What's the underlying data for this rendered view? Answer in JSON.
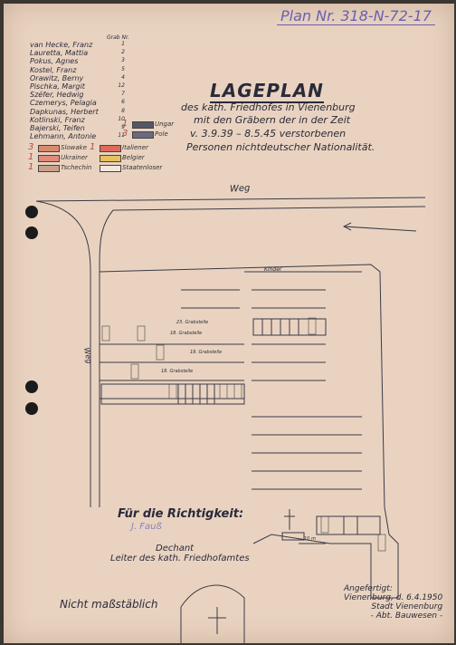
{
  "plan_number": "Plan Nr. 318-N-72-17",
  "grab_header": "Grab Nr.",
  "names": [
    {
      "name": "van Hecke, Franz",
      "nr": "1"
    },
    {
      "name": "Lauretta, Mattia",
      "nr": "2"
    },
    {
      "name": "Pokus, Agnes",
      "nr": "3"
    },
    {
      "name": "Kostel, Franz",
      "nr": "5"
    },
    {
      "name": "Orawitz, Berny",
      "nr": "4"
    },
    {
      "name": "Pischka, Margit",
      "nr": "12"
    },
    {
      "name": "Széfer, Hedwig",
      "nr": "7"
    },
    {
      "name": "Czemerys, Pelagia",
      "nr": "6"
    },
    {
      "name": "Dapkunas, Herbert",
      "nr": "8"
    },
    {
      "name": "Kotlinski, Franz",
      "nr": "10"
    },
    {
      "name": "Bajerski, Teifen",
      "nr": "9"
    },
    {
      "name": "Lehmann, Antonie",
      "nr": "11"
    }
  ],
  "title": "LAGEPLAN",
  "subtitle": [
    "des kath. Friedhofes in Vienenburg",
    "mit den Gräbern der in der Zeit",
    "v. 3.9.39 – 8.5.45 verstorbenen",
    "Personen nichtdeutscher Nationalität."
  ],
  "legend": [
    {
      "label": "Slowake",
      "count": "3",
      "color": "#d9896f",
      "side": "left",
      "row": 0
    },
    {
      "label": "Ukrainer",
      "count": "1",
      "color": "#e38a7a",
      "side": "left",
      "row": 1
    },
    {
      "label": "Tschechin",
      "count": "1",
      "color": "#c8a090",
      "side": "left",
      "row": 2
    },
    {
      "label": "Italiener",
      "count": "1",
      "color": "#e06a5a",
      "side": "right",
      "row": 0
    },
    {
      "label": "Belgier",
      "count": "",
      "color": "#e8c060",
      "side": "right",
      "row": 1
    },
    {
      "label": "Staatenloser",
      "count": "",
      "color": "#f3e6dc",
      "side": "right",
      "row": 2
    },
    {
      "label": "Ungar",
      "count": "1",
      "color": "#555566",
      "side": "top",
      "row": 0
    },
    {
      "label": "Pole",
      "count": "3",
      "color": "#6a6a80",
      "side": "top",
      "row": 1
    }
  ],
  "road_label": "Weg",
  "way_label": "Weg",
  "kinder_label": "Kinder",
  "grabstellen": [
    "23. Grabstelle",
    "18. Grabstelle",
    "19. Grabstelle",
    "18. Grabstelle"
  ],
  "scale_mark": "10 m",
  "richtigkeit": "Für die Richtigkeit:",
  "signature": "J. Fauß",
  "dechant": "Dechant",
  "leiter": "Leiter des kath. Friedhofamtes",
  "scale_note": "Nicht maßstäblich",
  "angefertigt": [
    "Angefertigt:",
    "Vienenburg, d. 6.4.1950",
    "Stadt Vienenburg",
    "- Abt. Bauwesen -"
  ]
}
